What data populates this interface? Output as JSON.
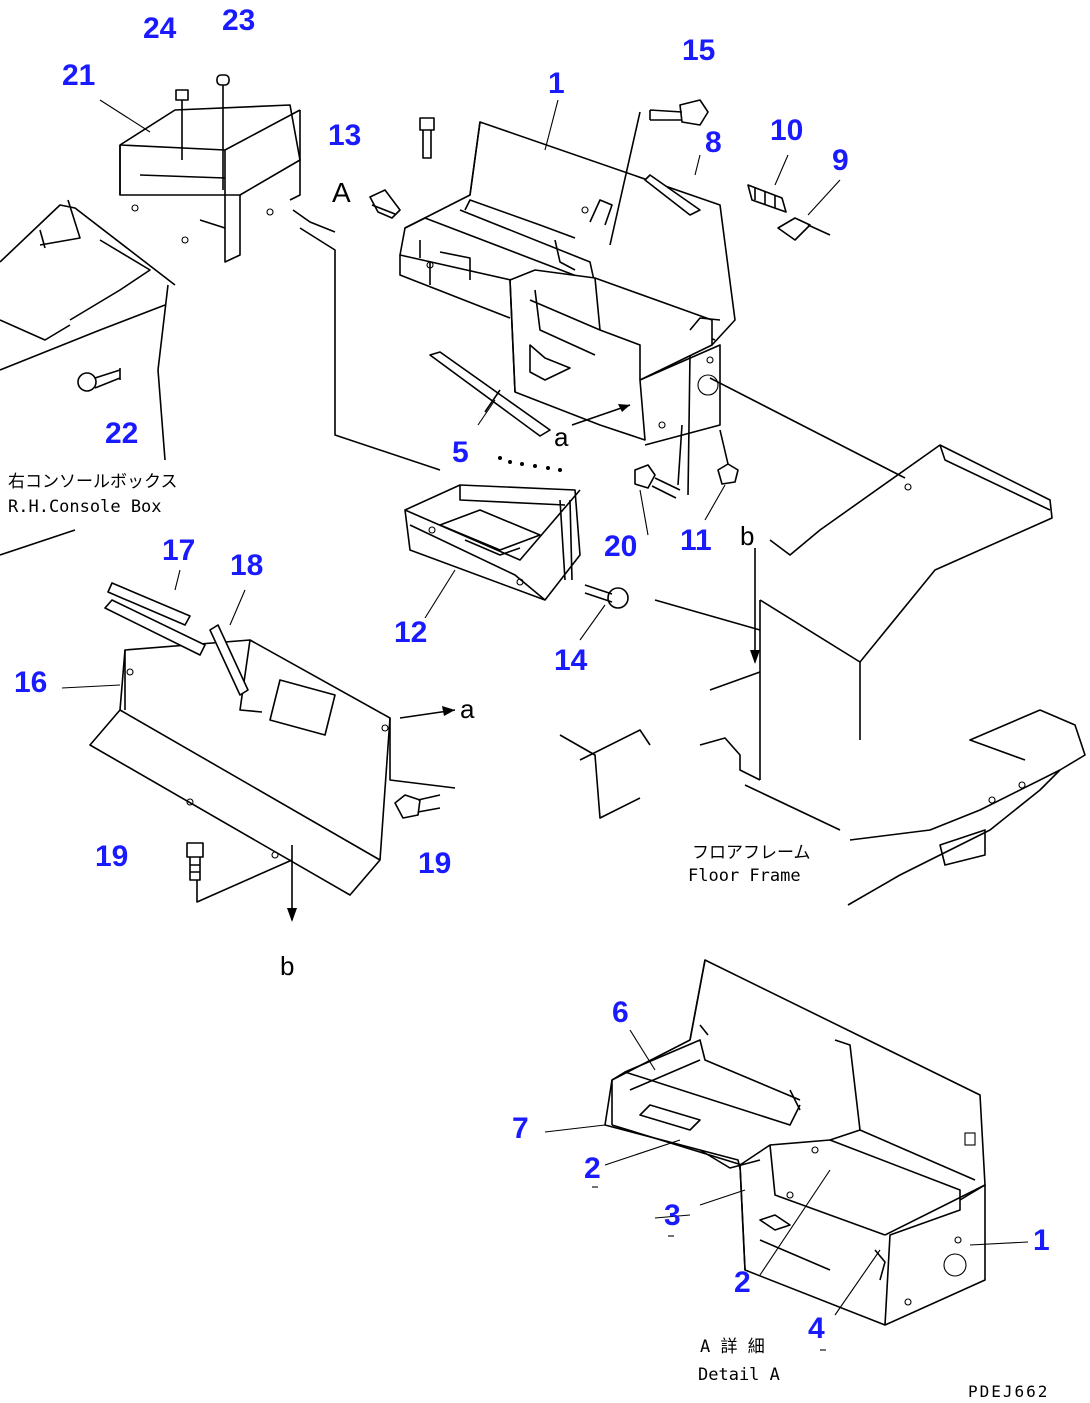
{
  "callouts": [
    {
      "id": "c1a",
      "label": "1"
    },
    {
      "id": "c1b",
      "label": "1"
    },
    {
      "id": "c2a",
      "label": "2"
    },
    {
      "id": "c2b",
      "label": "2"
    },
    {
      "id": "c3",
      "label": "3"
    },
    {
      "id": "c4",
      "label": "4"
    },
    {
      "id": "c5",
      "label": "5"
    },
    {
      "id": "c6",
      "label": "6"
    },
    {
      "id": "c7",
      "label": "7"
    },
    {
      "id": "c8",
      "label": "8"
    },
    {
      "id": "c9",
      "label": "9"
    },
    {
      "id": "c10",
      "label": "10"
    },
    {
      "id": "c11",
      "label": "11"
    },
    {
      "id": "c12",
      "label": "12"
    },
    {
      "id": "c13",
      "label": "13"
    },
    {
      "id": "c14",
      "label": "14"
    },
    {
      "id": "c15",
      "label": "15"
    },
    {
      "id": "c16",
      "label": "16"
    },
    {
      "id": "c17",
      "label": "17"
    },
    {
      "id": "c18",
      "label": "18"
    },
    {
      "id": "c19a",
      "label": "19"
    },
    {
      "id": "c19b",
      "label": "19"
    },
    {
      "id": "c20",
      "label": "20"
    },
    {
      "id": "c21",
      "label": "21"
    },
    {
      "id": "c22",
      "label": "22"
    },
    {
      "id": "c23",
      "label": "23"
    },
    {
      "id": "c24",
      "label": "24"
    }
  ],
  "labels": {
    "view_a": "A",
    "arrow_a1": "a",
    "arrow_a2": "a",
    "arrow_b1": "b",
    "arrow_b2": "b",
    "console_jp": "右コンソールボックス",
    "console_en": "R.H.Console Box",
    "floor_jp": "フロアフレーム",
    "floor_en": "Floor Frame",
    "detail_jp": "A 詳 細",
    "detail_en": "Detail A",
    "drawing_code": "PDEJ662"
  }
}
